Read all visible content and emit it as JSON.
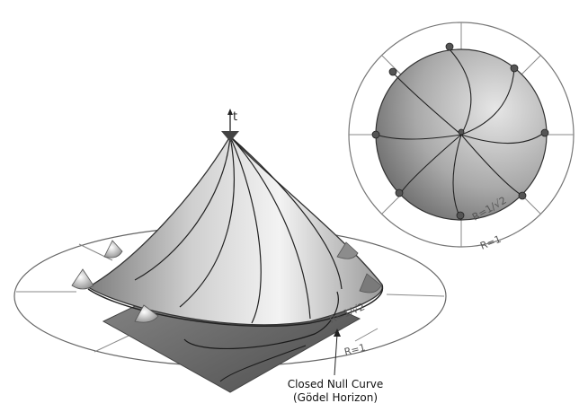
{
  "diagram": {
    "axis_label": "t",
    "radius_labels": {
      "cone_inner": "R=1/√2",
      "cone_outer": "R=1",
      "disc_inner": "R=1/√2",
      "disc_outer": "R=1"
    },
    "callout": {
      "line1": "Closed Null Curve",
      "line2": "(Gödel Horizon)"
    },
    "colors": {
      "disc_fill_light": "#e6e6e6",
      "disc_fill_dark": "#666666",
      "cone_light": "#f2f2f2",
      "cone_dark": "#8a8a8a",
      "shadow": "#6a6a6a",
      "lines": "#222222"
    }
  }
}
